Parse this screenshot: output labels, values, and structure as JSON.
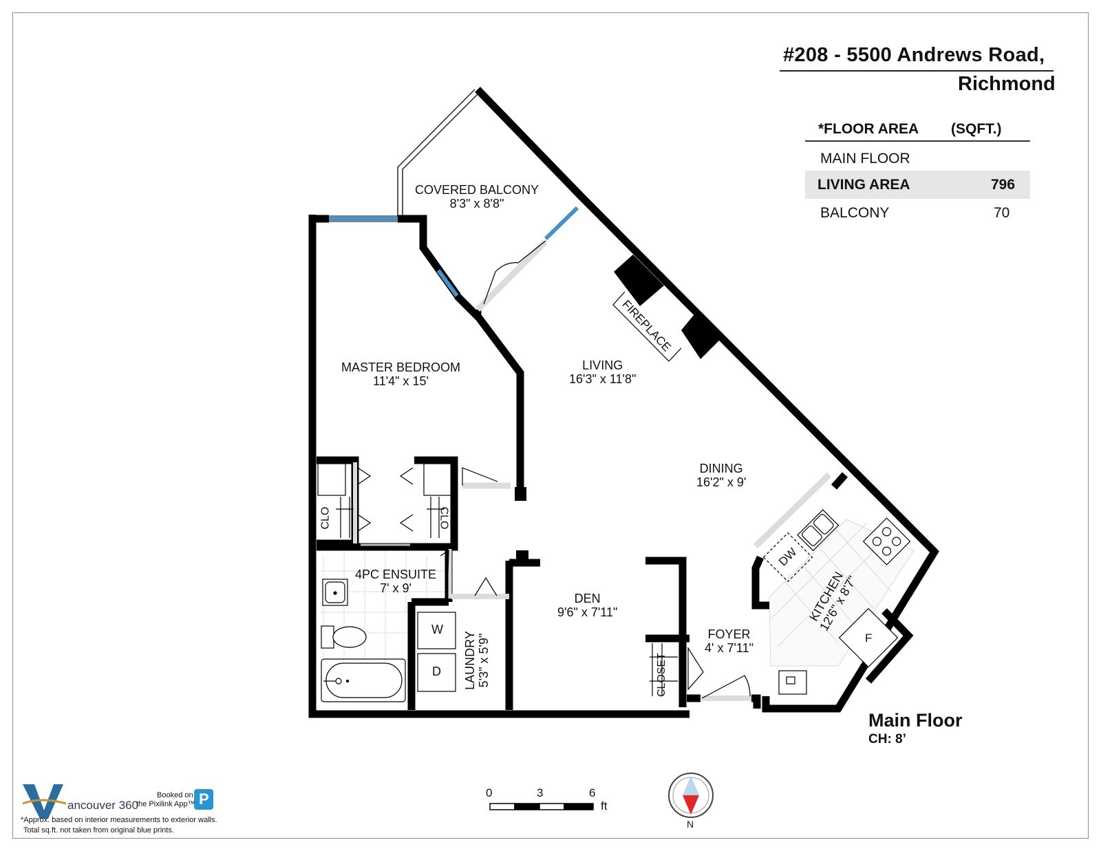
{
  "title": {
    "line1": "#208 - 5500 Andrews Road,",
    "line2": "Richmond"
  },
  "floor_area": {
    "header_label": "*FLOOR AREA",
    "header_unit": "(SQFT.)",
    "section": "MAIN FLOOR",
    "rows": [
      {
        "label": "LIVING AREA",
        "value": "796"
      },
      {
        "label": "BALCONY",
        "value": "70"
      }
    ]
  },
  "rooms": {
    "covered_balcony": {
      "name": "COVERED BALCONY",
      "dims": "8'3\" x 8'8\""
    },
    "master_bedroom": {
      "name": "MASTER BEDROOM",
      "dims": "11'4\" x 15'"
    },
    "living": {
      "name": "LIVING",
      "dims": "16'3\" x 11'8\""
    },
    "dining": {
      "name": "DINING",
      "dims": "16'2\" x 9'"
    },
    "ensuite": {
      "name": "4PC ENSUITE",
      "dims": "7' x 9'"
    },
    "den": {
      "name": "DEN",
      "dims": "9'6\" x 7'11\""
    },
    "laundry": {
      "name": "LAUNDRY",
      "dims": "5'3\" x 5'9\""
    },
    "kitchen": {
      "name": "KITCHEN",
      "dims": "12'6\" x 8'7\""
    },
    "foyer": {
      "name": "FOYER",
      "dims": "4' x 7'11\""
    }
  },
  "fixtures": {
    "fireplace": "FIREPLACE",
    "closet": "CLOSET",
    "clo": "CLO",
    "washer": "W",
    "dryer": "D",
    "dishwasher": "DW",
    "fridge": "F"
  },
  "floor_label": {
    "name": "Main Floor",
    "ceiling": "CH: 8’"
  },
  "scale": {
    "ticks": [
      "0",
      "3",
      "6"
    ],
    "unit": "ft"
  },
  "compass": {
    "label": "N"
  },
  "branding": {
    "logo_text": "ancouver 360",
    "logo_letter": "V",
    "booked_line1": "Booked on",
    "booked_line2": "the Pixilink App™",
    "app_letter": "P"
  },
  "footnote": {
    "line1": "*Approx. based on interior measurements to exterior walls.",
    "line2": "Total sq.ft. not taken from original blue prints."
  },
  "colors": {
    "wall": "#000000",
    "window": "#4a90c8",
    "door_swing": "#dcdcdc",
    "highlight_row": "#e6e6e6",
    "compass_red": "#e0262b",
    "compass_blue": "#b9d9ea",
    "brand_blue": "#2b95d3"
  }
}
